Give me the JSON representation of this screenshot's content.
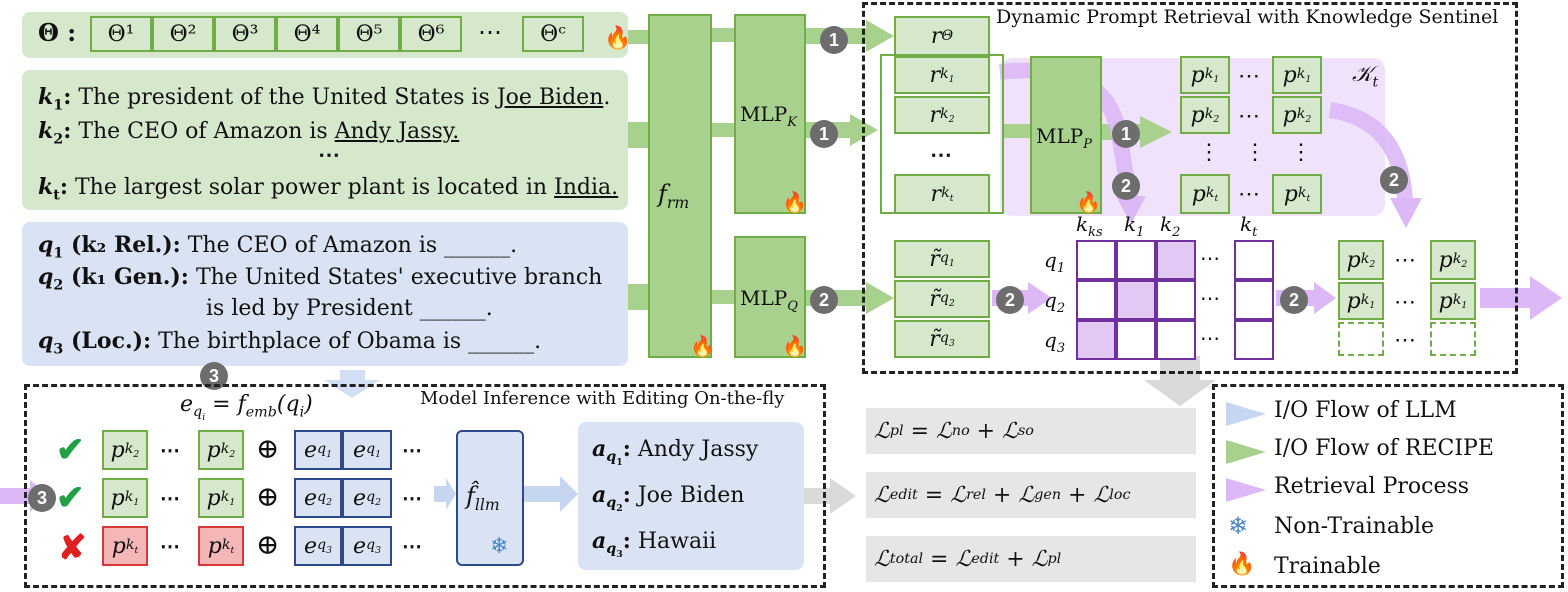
{
  "theta_row": {
    "label": "Θ :",
    "cells": [
      "Θ¹",
      "Θ²",
      "Θ³",
      "Θ⁴",
      "Θ⁵",
      "Θ⁶",
      "Θᶜ"
    ],
    "ellipsis": "⋯"
  },
  "knowledge": {
    "k1_label": "k",
    "k1_text": "The president of the United States is ",
    "k1_answer": "Joe Biden",
    "k2_text": "The CEO of Amazon is ",
    "k2_answer": "Andy Jassy.",
    "kt_text": "The largest solar power plant is located in ",
    "kt_answer": "India.",
    "dots": "⋯"
  },
  "queries": {
    "q1_tag": "(k₂ Rel.):",
    "q1_text": "The CEO of Amazon is ______.",
    "q2_tag": "(k₁ Gen.):",
    "q2_text_1": "The United States' executive branch",
    "q2_text_2": "is led by President ______.",
    "q3_tag": "(Loc.):",
    "q3_text": "The birthplace of Obama is ______."
  },
  "modules": {
    "frm": "f",
    "mlpk": "MLP",
    "mlpq": "MLP",
    "mlpp": "MLP",
    "fllm": "f̂"
  },
  "titles": {
    "retrieval": "Dynamic Prompt Retrieval with Knowledge Sentinel",
    "inference": "Model Inference with Editing On-the-fly",
    "kt_set": "𝒦"
  },
  "badges": {
    "one": "1",
    "two": "2",
    "three": "3"
  },
  "answers": {
    "a1": "Andy Jassy",
    "a2": "Joe Biden",
    "a3": "Hawaii"
  },
  "losses": {
    "pl": "ℒ_pl = ℒ_no + ℒ_so",
    "edit": "ℒ_edit = ℒ_rel + ℒ_gen + ℒ_loc",
    "total": "ℒ_total = ℒ_edit + ℒ_pl"
  },
  "legend": {
    "io_llm": "I/O Flow of LLM",
    "io_recipe": "I/O Flow of RECIPE",
    "retrieval": "Retrieval Process",
    "non_trainable": "Non-Trainable",
    "trainable": "Trainable"
  },
  "colors": {
    "green_fill": "#a9d18e",
    "green_border": "#70ad47",
    "green_panel": "#d6e8cc",
    "blue_panel": "#dae3f3",
    "purple_grid": "#7030a0",
    "purple_fill": "#e2c8f5",
    "red_cross": "#e02020",
    "check_green": "#22a045"
  },
  "icons": [
    "fire-icon",
    "snowflake-icon",
    "check-icon",
    "cross-icon"
  ]
}
